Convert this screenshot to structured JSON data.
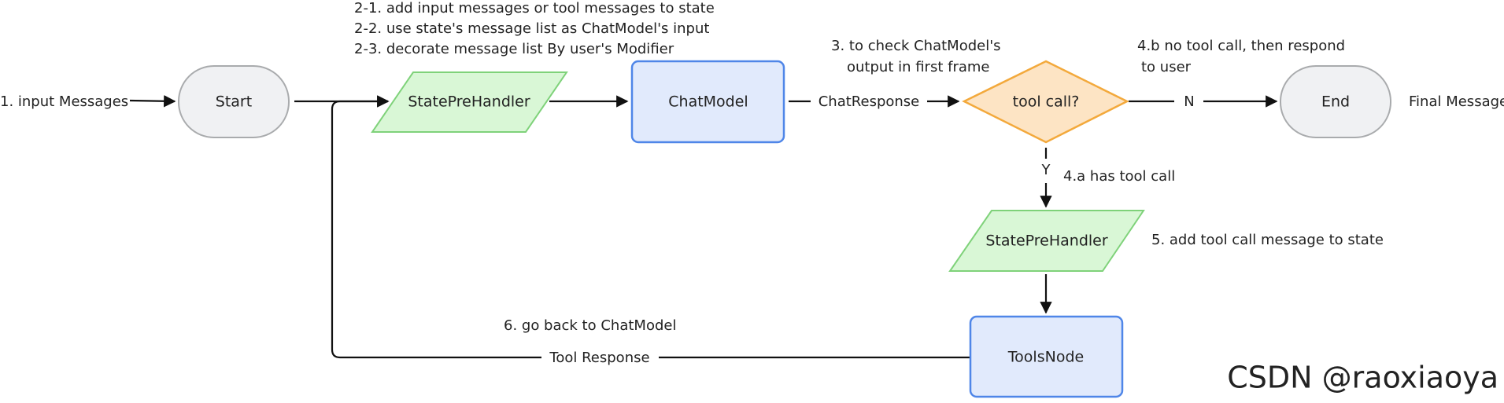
{
  "nodes": {
    "start": "Start",
    "state_pre_handler_1": "StatePreHandler",
    "chat_model": "ChatModel",
    "tool_call_decision": "tool call?",
    "end": "End",
    "state_pre_handler_2": "StatePreHandler",
    "tools_node": "ToolsNode"
  },
  "annotations": {
    "input_messages": "1. input Messages",
    "step_2_1": "2-1. add input messages or tool messages to state",
    "step_2_2": "2-2. use state's message list as ChatModel's input",
    "step_2_3": "2-3. decorate message list By user's Modifier",
    "step_3_line1": "3. to check ChatModel's",
    "step_3_line2": "output in first frame",
    "step_4b_line1": "4.b no tool call, then respond",
    "step_4b_line2": "to user",
    "step_4a": "4.a has tool call",
    "step_5": "5. add tool call message to state",
    "step_6": "6. go back to ChatModel",
    "final_message": "Final Message"
  },
  "edge_labels": {
    "chat_response": "ChatResponse",
    "no": "N",
    "yes": "Y",
    "tool_response": "Tool Response"
  },
  "watermark": "CSDN @raoxiaoya",
  "colors": {
    "terminal_fill": "#f0f1f3",
    "terminal_stroke": "#a9abad",
    "handler_fill": "#d9f7d6",
    "handler_stroke": "#7fd27a",
    "model_fill": "#e1eafc",
    "model_stroke": "#4f86e8",
    "decision_fill": "#fde4c4",
    "decision_stroke": "#f3a93c",
    "edge": "#111111",
    "watermark": "#c9c9c9"
  }
}
